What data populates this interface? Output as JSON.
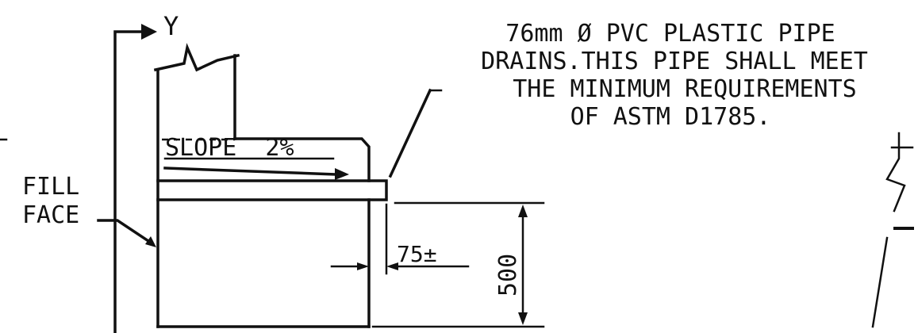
{
  "section_marker": {
    "label": "Y"
  },
  "note": {
    "lines": [
      "76mm Ø PVC PLASTIC PIPE",
      "DRAINS.THIS PIPE SHALL MEET",
      "THE MINIMUM REQUIREMENTS",
      "OF ASTM D1785."
    ]
  },
  "labels": {
    "fill_face_line1": "FILL",
    "fill_face_line2": "FACE",
    "slope": "SLOPE  2%"
  },
  "dimensions": {
    "projection": "75±",
    "height": "500"
  },
  "colors": {
    "line": "#111111",
    "background": "#ffffff"
  }
}
